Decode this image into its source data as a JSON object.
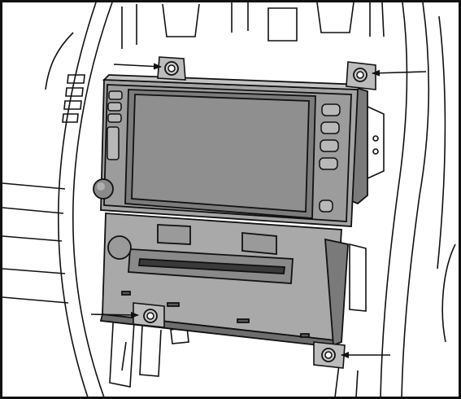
{
  "figure": {
    "subject": "radio-unit-removal",
    "fastener_count": 4,
    "arrow_count": 4,
    "colors": {
      "background": "#ffffff",
      "line": "#111111",
      "unit_fill": "#a9a9a9",
      "unit_dark": "#6e6e6e",
      "screen_fill": "#8d8d8d",
      "bolt_fill": "#c8c8c8"
    },
    "icons": [
      "bolt-icon",
      "arrow-icon",
      "knob-icon"
    ]
  }
}
